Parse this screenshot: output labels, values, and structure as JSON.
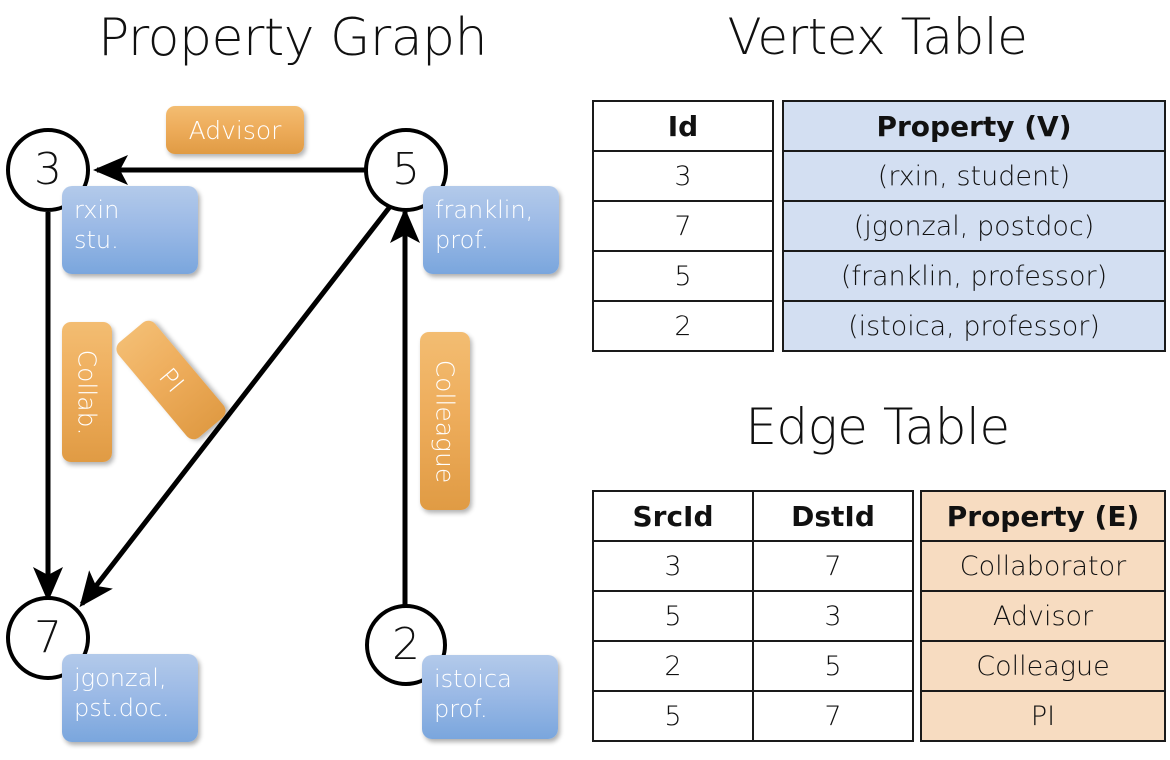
{
  "titles": {
    "property_graph": "Property Graph",
    "vertex_table": "Vertex Table",
    "edge_table": "Edge Table"
  },
  "colors": {
    "vertex_property_fill": "#d3dff2",
    "edge_property_fill": "#f7dcc1",
    "vertex_box_fill": "#9cbae6",
    "edge_box_fill": "#eead5c",
    "stroke": "#000000"
  },
  "graph": {
    "nodes": [
      {
        "id": "3",
        "label": "3",
        "property_lines": [
          "rxin",
          "stu."
        ]
      },
      {
        "id": "5",
        "label": "5",
        "property_lines": [
          "franklin,",
          "prof."
        ]
      },
      {
        "id": "7",
        "label": "7",
        "property_lines": [
          "jgonzal,",
          "pst.doc."
        ]
      },
      {
        "id": "2",
        "label": "2",
        "property_lines": [
          "istoica",
          "prof."
        ]
      }
    ],
    "edge_labels": [
      {
        "id": "advisor",
        "text": "Advisor"
      },
      {
        "id": "collab",
        "text": "Collab."
      },
      {
        "id": "pi",
        "text": "PI"
      },
      {
        "id": "colleague",
        "text": "Colleague"
      }
    ]
  },
  "vertex_table": {
    "headers": [
      "Id",
      "Property (V)"
    ],
    "rows": [
      {
        "id": "3",
        "property": "(rxin, student)"
      },
      {
        "id": "7",
        "property": "(jgonzal, postdoc)"
      },
      {
        "id": "5",
        "property": "(franklin, professor)"
      },
      {
        "id": "2",
        "property": "(istoica, professor)"
      }
    ]
  },
  "edge_table": {
    "headers": [
      "SrcId",
      "DstId",
      "Property (E)"
    ],
    "rows": [
      {
        "src": "3",
        "dst": "7",
        "property": "Collaborator"
      },
      {
        "src": "5",
        "dst": "3",
        "property": "Advisor"
      },
      {
        "src": "2",
        "dst": "5",
        "property": "Colleague"
      },
      {
        "src": "5",
        "dst": "7",
        "property": "PI"
      }
    ]
  }
}
